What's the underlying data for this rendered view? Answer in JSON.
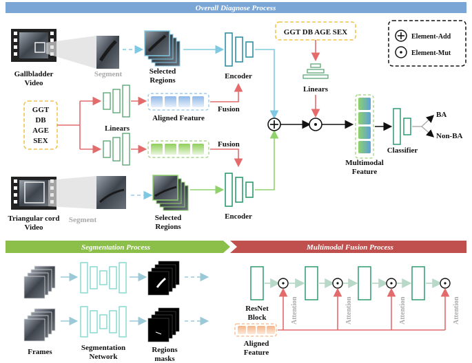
{
  "headers": {
    "overall": "Overall Diagnose Process",
    "segmentation": "Segmentation Process",
    "fusion": "Multimodal Fusion Process"
  },
  "legend": {
    "add": "Element-Add",
    "mul": "Element-Mut"
  },
  "top": {
    "gallbladder_video": [
      "Gallbladder",
      "Video"
    ],
    "triangular_video": [
      "Triangular cord",
      "Video"
    ],
    "segment": "Segment",
    "selected_regions": [
      "Selected",
      "Regions"
    ],
    "encoder": "Encoder",
    "clinical": [
      "GGT",
      "DB",
      "AGE",
      "SEX"
    ],
    "linears": "Linears",
    "aligned_feature": "Aligned Feature",
    "fusion": "Fusion",
    "clinical_top": "GGT DB AGE SEX",
    "multimodal_feature": [
      "Multimodal",
      "Feature"
    ],
    "classifier": "Classifier",
    "ba": "BA",
    "non_ba": "Non-BA"
  },
  "segmentation": {
    "frames": "Frames",
    "network": [
      "Segmentation",
      "Network"
    ],
    "masks": [
      "Regions",
      "masks"
    ]
  },
  "fusion_process": {
    "resnet": [
      "ResNet",
      "Block"
    ],
    "aligned": [
      "Aligned",
      "Feature"
    ],
    "attention": "Attention"
  },
  "colors": {
    "header_blue": "#7aa6d6",
    "header_green": "#8bbf4a",
    "header_red": "#c0504d",
    "blue_arrow": "#7ec8e3",
    "green_arrow": "#8fd16b",
    "red_arrow": "#e36b6b",
    "encoder_blue": "#2e8fa0",
    "encoder_green": "#2d9a6d",
    "dashed_yellow": "#f0c040",
    "linear_green": "#5aa875"
  }
}
